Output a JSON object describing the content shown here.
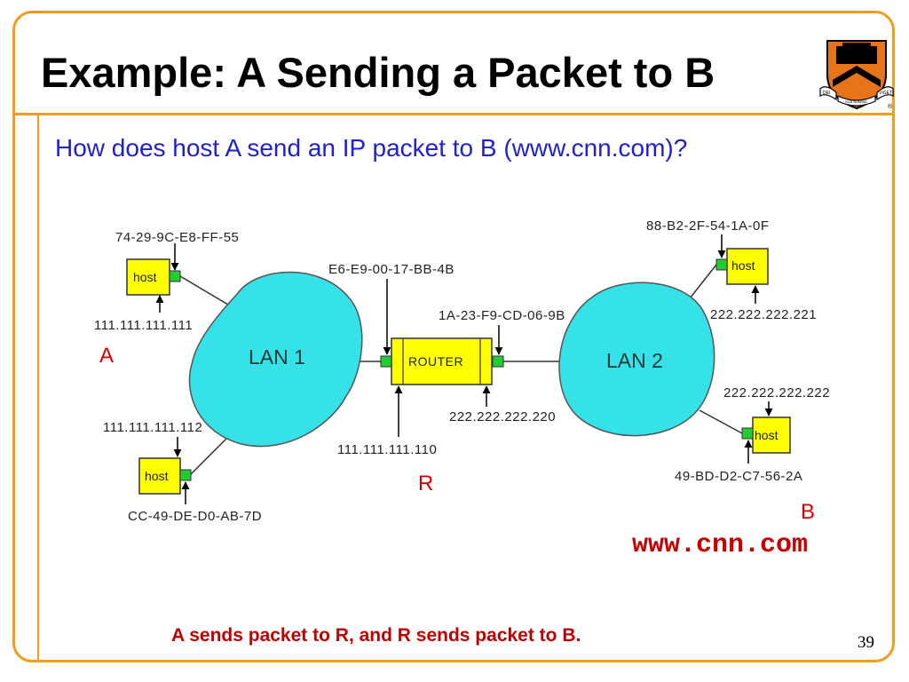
{
  "slide": {
    "title": "Example: A Sending a Packet to B",
    "subtitle": "How does host A send an IP packet to B (www.cnn.com)?",
    "caption": "A sends packet to R, and R sends packet to B.",
    "page_number": "39",
    "accent_color": "#f39c1e",
    "subtitle_color": "#1f1fd6",
    "highlight_color": "#c00000"
  },
  "logo": {
    "icon": "princeton-shield-icon",
    "motto_left": "DEI",
    "motto_middle": "SUB NUMINE",
    "motto_right": "VIGET",
    "registered_mark": "®"
  },
  "diagram": {
    "lan1_label": "LAN 1",
    "lan2_label": "LAN 2",
    "router_label": "ROUTER",
    "host_label": "host",
    "host_a": {
      "mac": "74-29-9C-E8-FF-55",
      "ip": "111.111.111.111",
      "name": "A"
    },
    "host_lan1_lower": {
      "mac": "CC-49-DE-D0-AB-7D",
      "ip": "111.111.111.112"
    },
    "host_lan2_upper": {
      "mac": "88-B2-2F-54-1A-0F",
      "ip": "222.222.222.221"
    },
    "host_b": {
      "mac": "49-BD-D2-C7-56-2A",
      "ip": "222.222.222.222",
      "name": "B",
      "url": "www.cnn.com"
    },
    "router": {
      "name": "R",
      "left_mac": "E6-E9-00-17-BB-4B",
      "left_ip": "111.111.111.110",
      "right_mac": "1A-23-F9-CD-06-9B",
      "right_ip": "222.222.222.220"
    },
    "lan_color": "#35e2e8",
    "host_color": "#ffff00",
    "port_color": "#22cc33"
  }
}
